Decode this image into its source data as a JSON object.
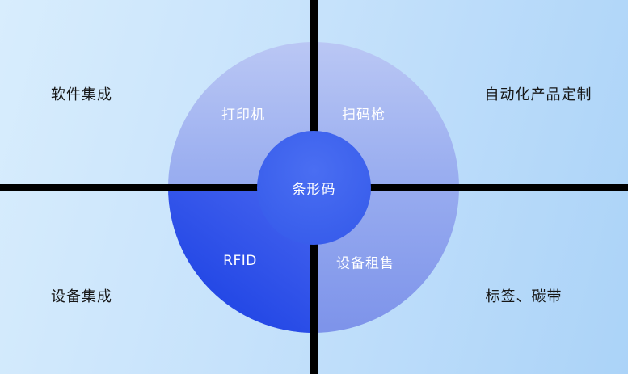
{
  "diagram": {
    "center_label": "条形码",
    "quadrants": [
      {
        "id": "top-left",
        "label": "打印机"
      },
      {
        "id": "top-right",
        "label": "扫码枪"
      },
      {
        "id": "bottom-left",
        "label": "RFID"
      },
      {
        "id": "bottom-right",
        "label": "设备租售"
      }
    ],
    "corner_labels": [
      {
        "id": "top-left",
        "label": "软件集成"
      },
      {
        "id": "top-right",
        "label": "自动化产品定制"
      },
      {
        "id": "bottom-left",
        "label": "设备集成"
      },
      {
        "id": "bottom-right",
        "label": "标签、碳带"
      }
    ],
    "colors": {
      "background_start": "#d8edfd",
      "background_end": "#abd3f8",
      "outer_circle_top": "#bac7f4",
      "outer_circle_bottom": "#7d93ea",
      "rfid_quadrant": "#2a4de8",
      "center_circle": "#3f64ee",
      "divider_line": "#000000",
      "quadrant_text": "#ffffff",
      "corner_text": "#161616"
    }
  }
}
